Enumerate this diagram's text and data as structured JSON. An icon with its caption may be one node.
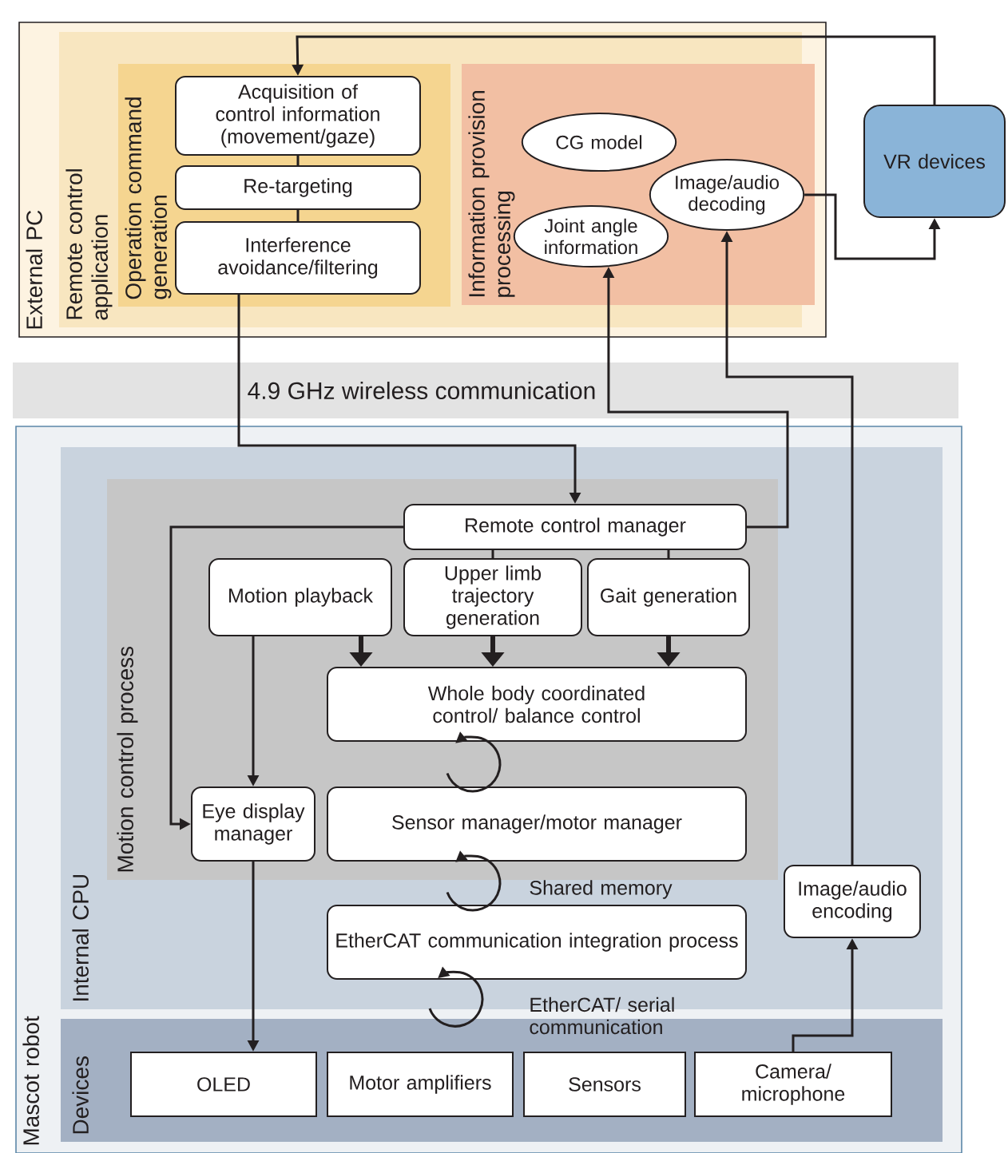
{
  "diagram": {
    "nodes": [
      {
        "text": [
          "External PC"
        ]
      },
      {
        "text": [
          "Remote control application"
        ],
        "in": 0
      },
      {
        "text": [
          "Operation command generation"
        ],
        "in": 1
      },
      {
        "text": [
          "Acquisition of control information (movement/gaze)"
        ],
        "in": 2
      },
      {
        "text": [
          "Re-targeting"
        ],
        "in": 2
      },
      {
        "text": [
          "Interference avoidance/filtering"
        ],
        "in": 2
      },
      {
        "text": [
          "Information provision processing"
        ],
        "in": 1
      },
      {
        "text": [
          "CG model"
        ],
        "in": 6
      },
      {
        "text": [
          "Image/audio decoding"
        ],
        "in": 6
      },
      {
        "text": [
          "Joint angle information"
        ],
        "in": 6
      },
      {
        "text": [
          "VR devices"
        ]
      },
      {
        "text": [
          "Mascot robot"
        ]
      },
      {
        "text": [
          "Internal CPU"
        ],
        "in": 11
      },
      {
        "text": [
          "Motion control process"
        ],
        "in": 12
      },
      {
        "text": [
          "Remote control manager"
        ],
        "in": 13
      },
      {
        "text": [
          "Motion playback"
        ],
        "in": 13
      },
      {
        "text": [
          "Upper limb trajectory generation"
        ],
        "in": 13
      },
      {
        "text": [
          "Gait generation"
        ],
        "in": 13
      },
      {
        "text": [
          "Whole body coordinated control/ balance control"
        ],
        "in": 13
      },
      {
        "text": [
          "Eye display manager"
        ],
        "in": 13
      },
      {
        "text": [
          "Sensor manager/motor manager"
        ],
        "in": 13
      },
      {
        "text": [
          "EtherCAT communication integration process"
        ],
        "in": 12
      },
      {
        "text": [
          "Image/audio encoding"
        ],
        "in": 12
      },
      {
        "text": [
          "Devices"
        ],
        "in": 11
      },
      {
        "text": [
          "OLED"
        ],
        "in": 23
      },
      {
        "text": [
          "Motor amplifiers"
        ],
        "in": 23
      },
      {
        "text": [
          "Sensors"
        ],
        "in": 23
      },
      {
        "text": [
          "Camera/ microphone"
        ],
        "in": 23
      }
    ],
    "edges": [
      {
        "from": 10,
        "to": 3,
        "arrow": "to"
      },
      {
        "from": 8,
        "to": 10,
        "arrow": "to"
      },
      {
        "from": 3,
        "to": 4,
        "arrow": "none"
      },
      {
        "from": 4,
        "to": 5,
        "arrow": "none"
      },
      {
        "from": 5,
        "to": 14,
        "arrow": "to"
      },
      {
        "from": 14,
        "to": 9,
        "arrow": "to"
      },
      {
        "from": 22,
        "to": 8,
        "arrow": "to"
      },
      {
        "from": 14,
        "to": 19,
        "arrow": "to"
      },
      {
        "from": 14,
        "to": 16,
        "arrow": "none"
      },
      {
        "from": 14,
        "to": 17,
        "arrow": "none"
      },
      {
        "from": 15,
        "to": 18,
        "arrow": "to",
        "style": "thick"
      },
      {
        "from": 16,
        "to": 18,
        "arrow": "to",
        "style": "thick"
      },
      {
        "from": 17,
        "to": 18,
        "arrow": "to",
        "style": "thick"
      },
      {
        "from": 15,
        "to": 19,
        "arrow": "to"
      },
      {
        "from": 20,
        "to": 18,
        "arrow": "to"
      },
      {
        "from": 21,
        "to": 20,
        "arrow": "to",
        "label": "Shared memory"
      },
      {
        "from": 23,
        "to": 21,
        "arrow": "to",
        "label": "EtherCAT/ serial communication"
      },
      {
        "from": 19,
        "to": 24,
        "arrow": "to"
      },
      {
        "from": 27,
        "to": 22,
        "arrow": "to"
      }
    ],
    "labels": [
      "4.9 GHz wireless communication"
    ]
  }
}
